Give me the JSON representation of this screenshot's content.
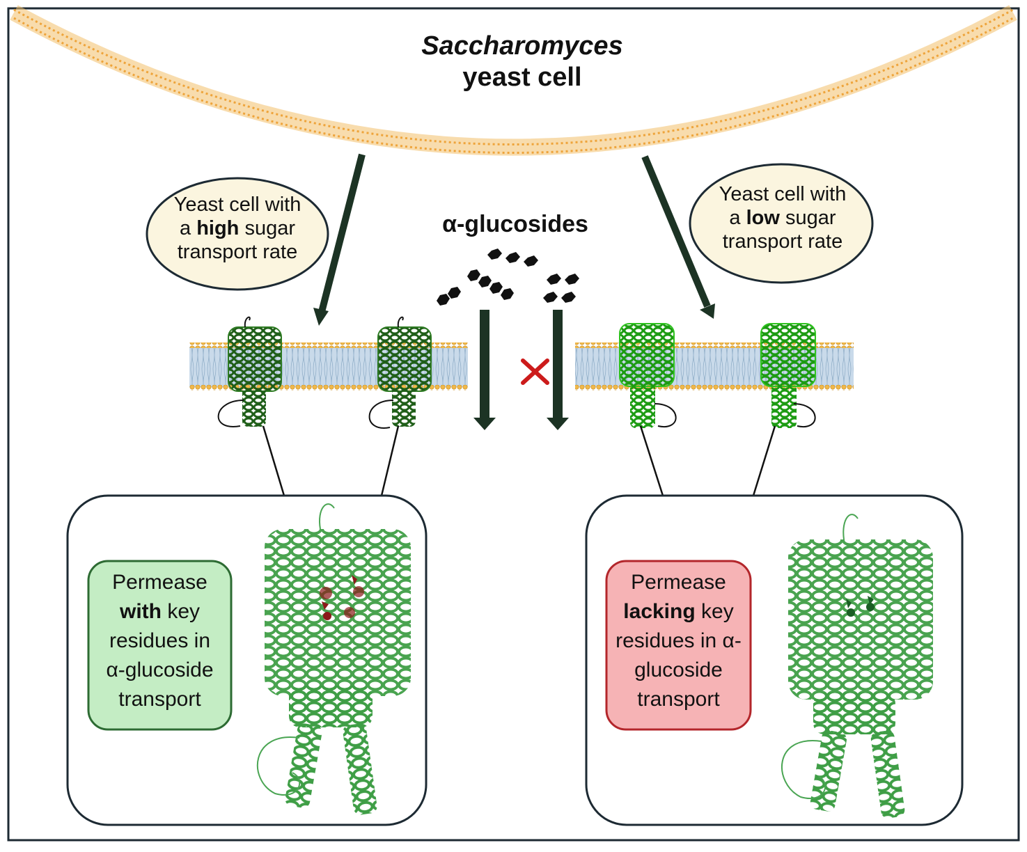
{
  "title": {
    "line1": "Saccharomyces",
    "line2": "yeast cell"
  },
  "sugar_label": "α-glucosides",
  "left_oval": {
    "line1": "Yeast cell with",
    "line2_pre": "a ",
    "line2_bold": "high",
    "line2_post": " sugar",
    "line3": "transport rate"
  },
  "right_oval": {
    "line1": "Yeast cell with",
    "line2_pre": "a ",
    "line2_bold": "low",
    "line2_post": " sugar",
    "line3": "transport rate"
  },
  "left_box": {
    "line1": "Permease",
    "line2_bold": "with",
    "line2_post": " key",
    "line3": "residues in",
    "line4": "α-glucoside",
    "line5": "transport"
  },
  "right_box": {
    "line1": "Permease",
    "line2_bold": "lacking",
    "line2_post": " key",
    "line3": "residues in α-",
    "line4": "glucoside",
    "line5": "transport"
  },
  "colors": {
    "membrane_head": "#f0b84a",
    "membrane_core": "#c9daea",
    "arrow_dark": "#1c3324",
    "protein_dark": "#2d7a22",
    "protein_bright": "#2fc21f",
    "protein_large": "#5cc160",
    "key_residue_red": "#8b1a1a",
    "key_residue_green": "#1a5e24",
    "block_symbol": "#cc1b1b",
    "left_box_fill": "#c4edc4",
    "left_box_border": "#2d6b33",
    "right_box_fill": "#f6b3b5",
    "right_box_border": "#b3262b",
    "oval_fill": "#fbf5df"
  }
}
